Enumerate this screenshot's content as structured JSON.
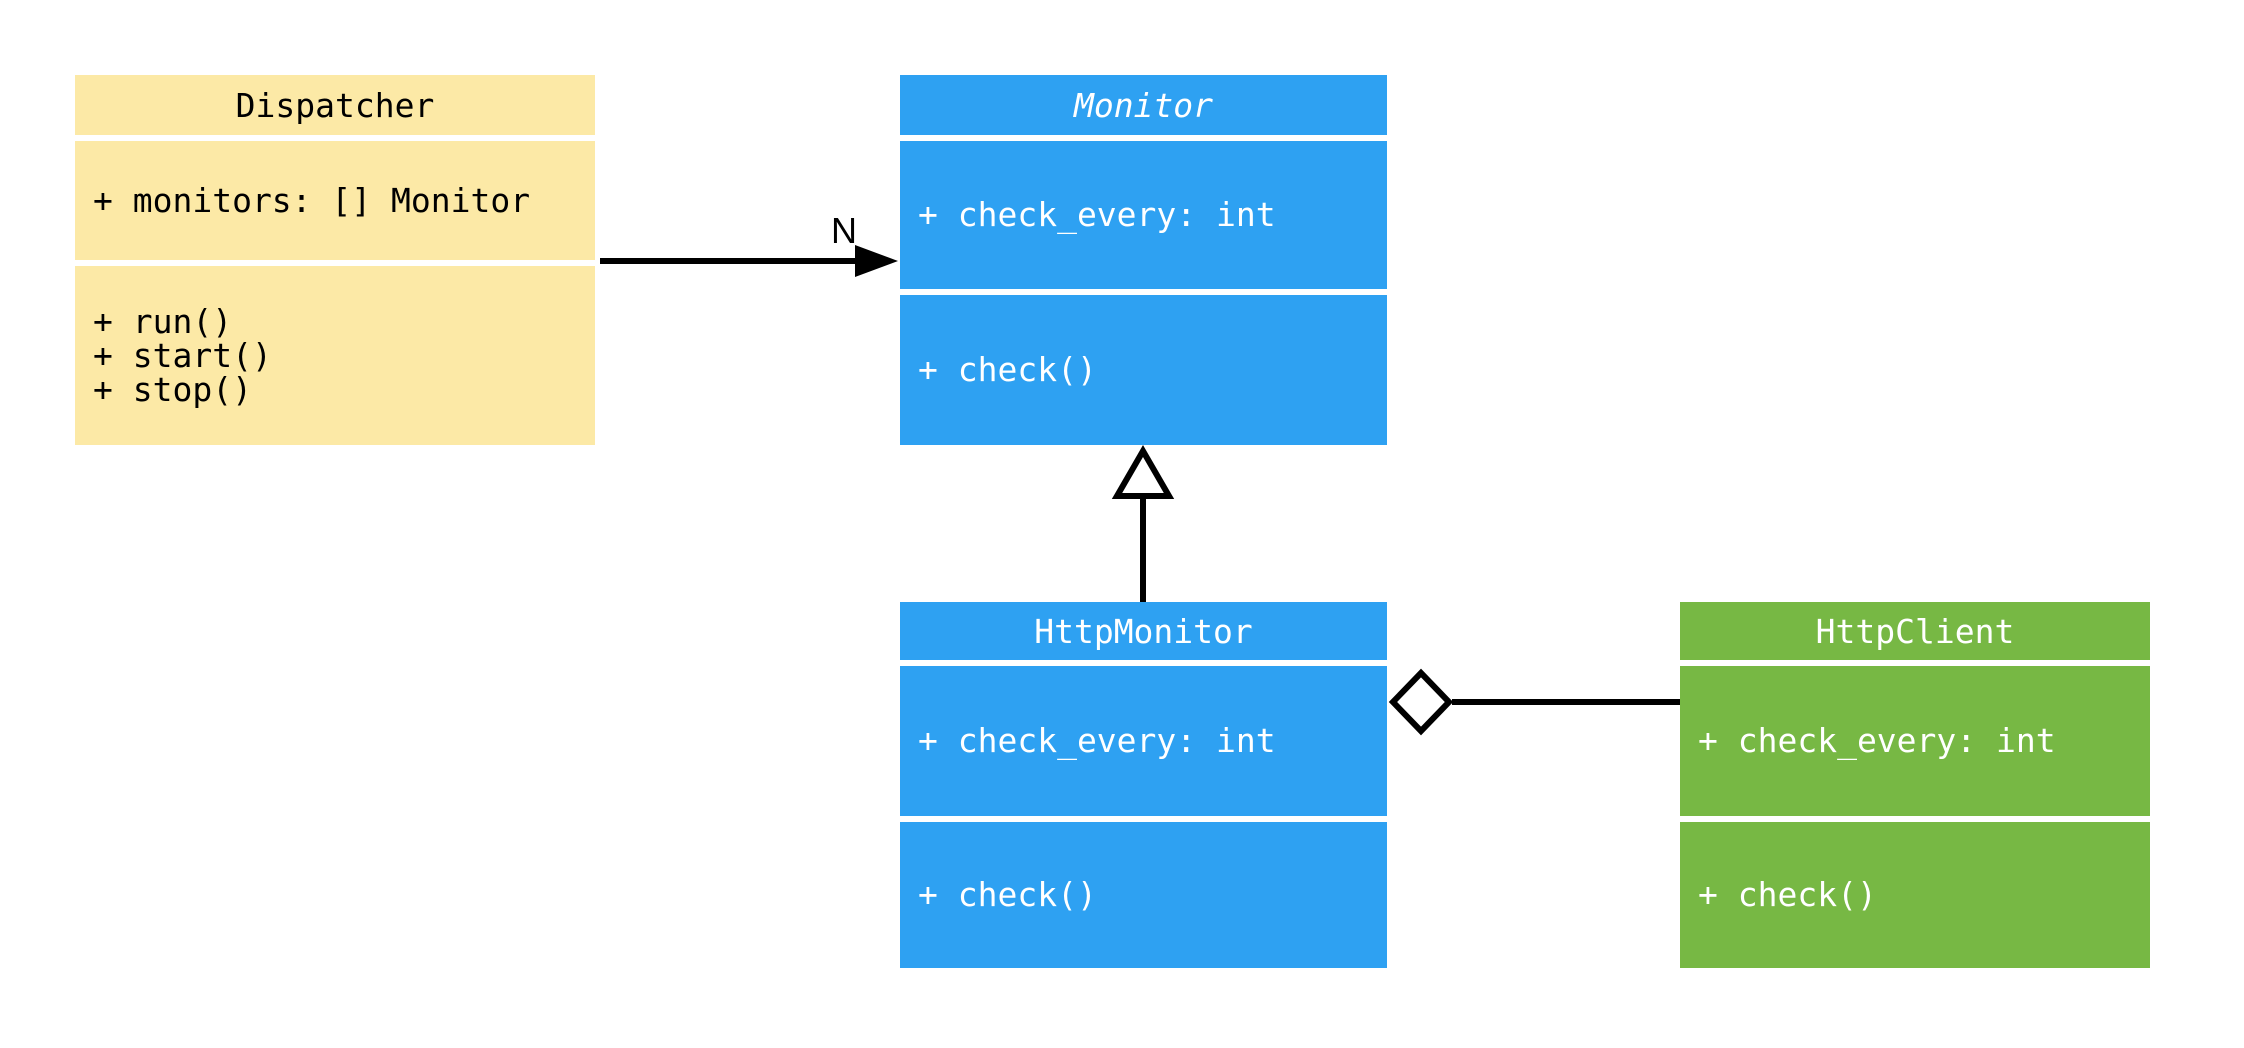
{
  "diagram": {
    "type": "uml-class-diagram",
    "background": "#ffffff",
    "line_color": "#000000",
    "classes": [
      {
        "name": "Dispatcher",
        "abstract": false,
        "fill": "#fce9a6",
        "text_color": "#000000",
        "attributes": [
          "+ monitors: [] Monitor"
        ],
        "methods": [
          "+ run()",
          "+ start()",
          "+ stop()"
        ]
      },
      {
        "name": "Monitor",
        "abstract": true,
        "fill": "#2ea1f2",
        "text_color": "#ffffff",
        "attributes": [
          "+ check_every: int"
        ],
        "methods": [
          "+ check()"
        ]
      },
      {
        "name": "HttpMonitor",
        "abstract": false,
        "fill": "#2ea1f2",
        "text_color": "#ffffff",
        "attributes": [
          "+ check_every: int"
        ],
        "methods": [
          "+ check()"
        ]
      },
      {
        "name": "HttpClient",
        "abstract": false,
        "fill": "#77b844",
        "text_color": "#ffffff",
        "attributes": [
          "+ check_every: int"
        ],
        "methods": [
          "+ check()"
        ]
      }
    ],
    "relations": [
      {
        "type": "association",
        "from": "Dispatcher",
        "to": "Monitor",
        "label": "N"
      },
      {
        "type": "inheritance",
        "from": "HttpMonitor",
        "to": "Monitor",
        "label": ""
      },
      {
        "type": "aggregation",
        "from": "HttpMonitor",
        "to": "HttpClient",
        "label": ""
      }
    ]
  }
}
